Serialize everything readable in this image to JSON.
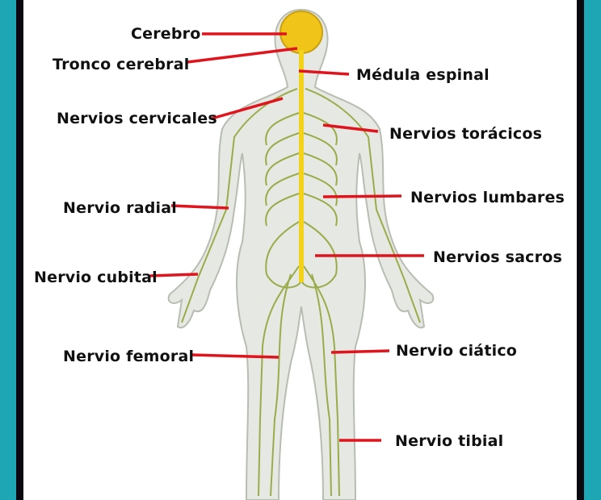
{
  "diagram": {
    "labels": {
      "cerebro": "Cerebro",
      "tronco": "Tronco cerebral",
      "medula": "Médula espinal",
      "cervicales": "Nervios cervicales",
      "toracicos": "Nervios torácicos",
      "radial": "Nervio radial",
      "lumbares": "Nervios lumbares",
      "sacros": "Nervios sacros",
      "cubital": "Nervio cubital",
      "femoral": "Nervio femoral",
      "ciatico": "Nervio ciático",
      "tibial": "Nervio tibial"
    },
    "colors": {
      "frame": "#1fa6b4",
      "border": "#0b0810",
      "leader": "#e0141c",
      "spine": "#f2d21a",
      "nerve": "#9aac4a",
      "skin": "#e6e8e4"
    }
  }
}
